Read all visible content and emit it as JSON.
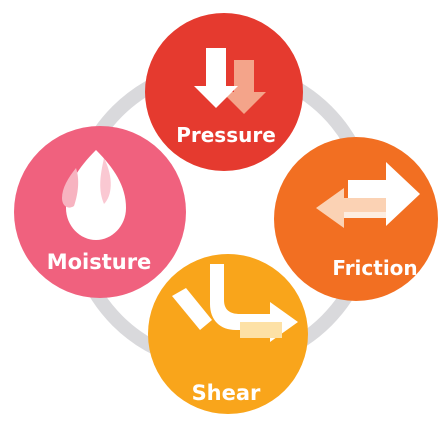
{
  "diagram": {
    "nodes": [
      {
        "id": "pressure",
        "label": "Pressure",
        "icon": "downward-arrows-icon",
        "color": "#e53a2f"
      },
      {
        "id": "friction",
        "label": "Friction",
        "icon": "opposing-arrows-icon",
        "color": "#f26f22"
      },
      {
        "id": "shear",
        "label": "Shear",
        "icon": "shear-arrow-icon",
        "color": "#f9a51b"
      },
      {
        "id": "moisture",
        "label": "Moisture",
        "icon": "droplet-icon",
        "color": "#f0617e"
      }
    ],
    "ring_color": "#d9d9dc"
  }
}
